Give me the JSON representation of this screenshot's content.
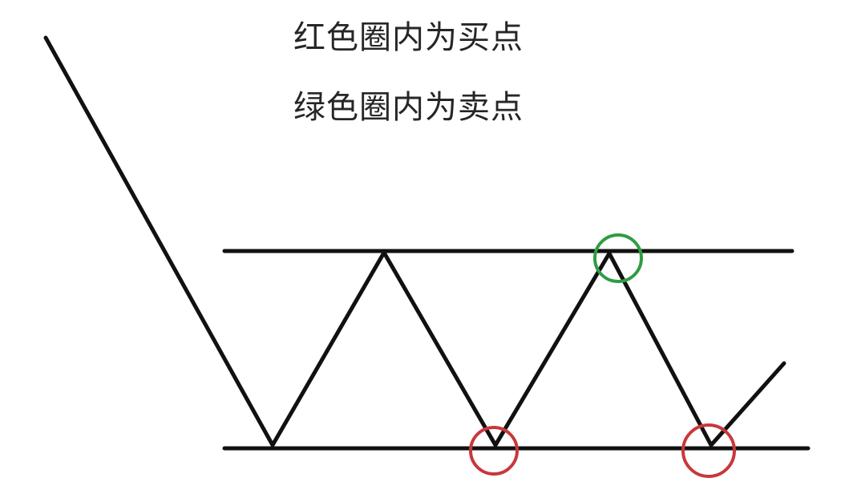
{
  "captions": {
    "buy": "红色圈内为买点",
    "sell": "绿色圈内为卖点"
  },
  "colors": {
    "line": "#111111",
    "buy_circle": "#c8383b",
    "sell_circle": "#2e9d43",
    "text": "#262626"
  },
  "diagram": {
    "type": "price-channel-zigzag",
    "buy_points": 2,
    "sell_points": 1
  }
}
